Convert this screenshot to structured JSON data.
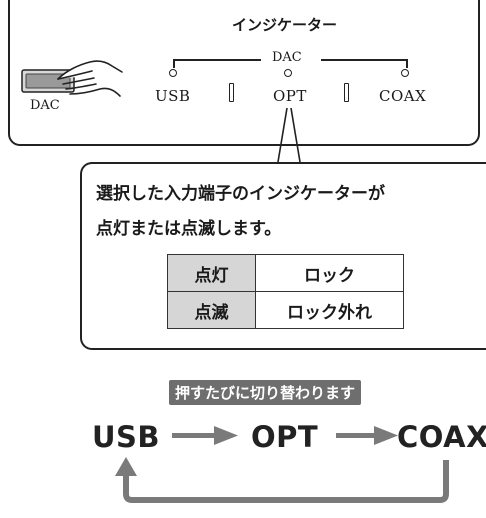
{
  "panel": {
    "indicator_title": "インジケーター",
    "dac_group_label": "DAC",
    "button_label": "DAC",
    "ports": [
      "USB",
      "OPT",
      "COAX"
    ]
  },
  "callout": {
    "line1": "選択した入力端子のインジケーターが",
    "line2": "点灯または点滅します。",
    "table": [
      {
        "state": "点灯",
        "meaning": "ロック"
      },
      {
        "state": "点滅",
        "meaning": "ロック外れ"
      }
    ]
  },
  "cycle": {
    "note": "押すたびに切り替わります",
    "steps": [
      "USB",
      "OPT",
      "COAX"
    ]
  }
}
